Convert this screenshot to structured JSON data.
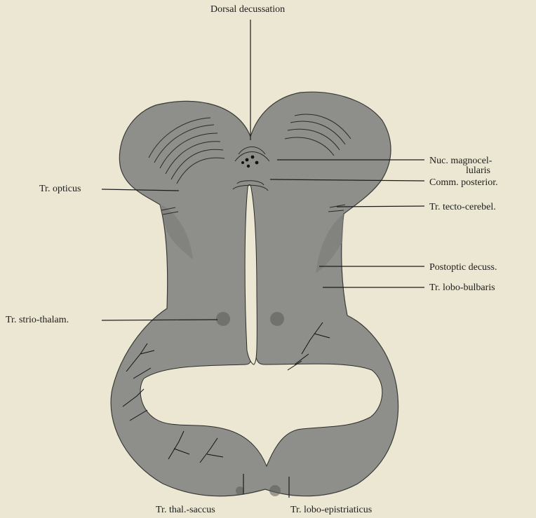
{
  "figure": {
    "colors": {
      "background": "#ece7d2",
      "tissue": "#8e8e8b",
      "tissue_dark": "#7e7e7b",
      "ink": "#1c1c1c"
    },
    "labels": {
      "dorsal_decussation": "Dorsal decussation",
      "nuc_magnocellularis_line1": "Nuc. magnocel-",
      "nuc_magnocellularis_line2": "lularis",
      "comm_posterior": "Comm. posterior.",
      "tr_tecto_cerebel": "Tr. tecto-cerebel.",
      "tr_opticus": "Tr. opticus",
      "postoptic_decuss": "Postoptic decuss.",
      "tr_lobo_bulbaris": "Tr. lobo-bulbaris",
      "tr_strio_thalam": "Tr. strio-thalam.",
      "tr_thal_saccus": "Tr. thal.-saccus",
      "tr_lobo_epistriaticus": "Tr. lobo-epistriaticus"
    }
  }
}
